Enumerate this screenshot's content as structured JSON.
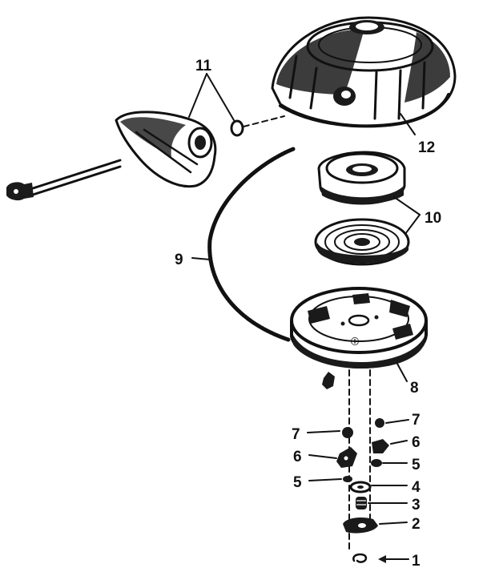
{
  "callouts": {
    "c1": "1",
    "c2": "2",
    "c3": "3",
    "c4": "4",
    "c5_left": "5",
    "c5_right": "5",
    "c6_left": "6",
    "c6_right": "6",
    "c7_left": "7",
    "c7_right": "7",
    "c8": "8",
    "c9": "9",
    "c10": "10",
    "c11": "11",
    "c12": "12"
  },
  "colors": {
    "ink": "#111111",
    "background": "#ffffff"
  }
}
